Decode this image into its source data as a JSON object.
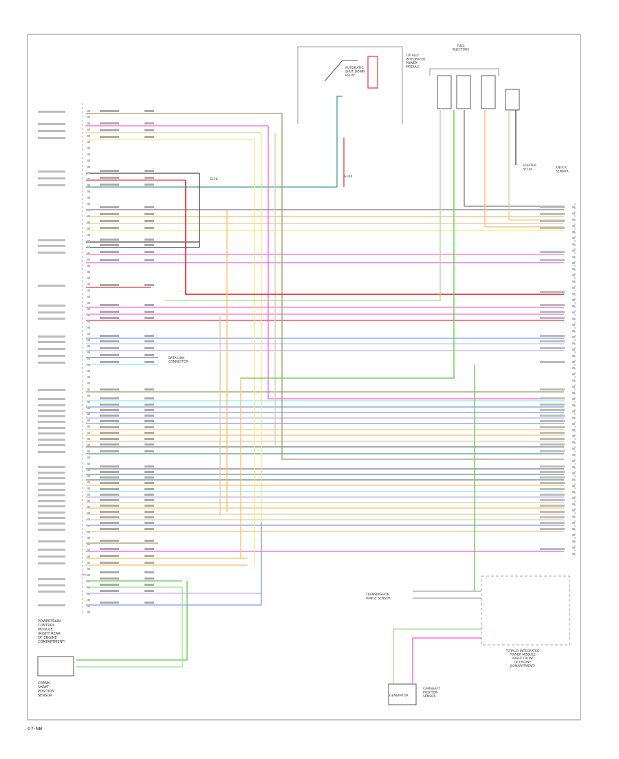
{
  "frame": {
    "footer_code": "07-NB"
  },
  "wire_colors": {
    "red": "#ee3333",
    "pink": "#ff66cc",
    "magenta": "#ff55dd",
    "orange": "#ffbb66",
    "tan": "#e2c79a",
    "yellow": "#eeee77",
    "lightgreen": "#99dd88",
    "green": "#55cc44",
    "blue": "#7799ee",
    "lightblue": "#aaccff",
    "cyan": "#88eeee",
    "teal": "#449999",
    "gray": "#777777",
    "darkgray": "#444444",
    "olive": "#999966",
    "lavender": "#bbaaee",
    "black": "#222222"
  },
  "labels": {
    "ecm_block": [
      "POWERTRAIN",
      "CONTROL",
      "MODULE",
      "(RIGHT REAR",
      "OF ENGINE",
      "COMPARTMENT)"
    ],
    "crank_sensor": [
      "CRANK-",
      "SHAFT",
      "POSITION",
      "SENSOR"
    ],
    "asd_relay": [
      "AUTOMATIC",
      "SHUT DOWN",
      "RELAY"
    ],
    "totally_integrated_top": [
      "TOTALLY",
      "INTEGRATED",
      "POWER",
      "MODULE"
    ],
    "fuel_injectors": [
      "FUEL",
      "INJECTORS"
    ],
    "starter_relay": [
      "STARTER",
      "RELAY"
    ],
    "knock_sensor": [
      "KNOCK",
      "SENSOR"
    ],
    "totally_integrated_bottom": [
      "TOTALLY INTEGRATED",
      "POWER MODULE",
      "(RIGHT FRONT",
      "OF ENGINE",
      "COMPARTMENT)"
    ],
    "transmission": [
      "TRANSMISSION",
      "RANGE SENSOR"
    ],
    "data_link": [
      "DATA LINK",
      "CONNECTOR"
    ],
    "generator": [
      "GENERATOR"
    ],
    "cam_sensor": [
      "CAMSHAFT",
      "POSITION",
      "SENSOR"
    ],
    "ground": "G104",
    "splice": "S128"
  }
}
